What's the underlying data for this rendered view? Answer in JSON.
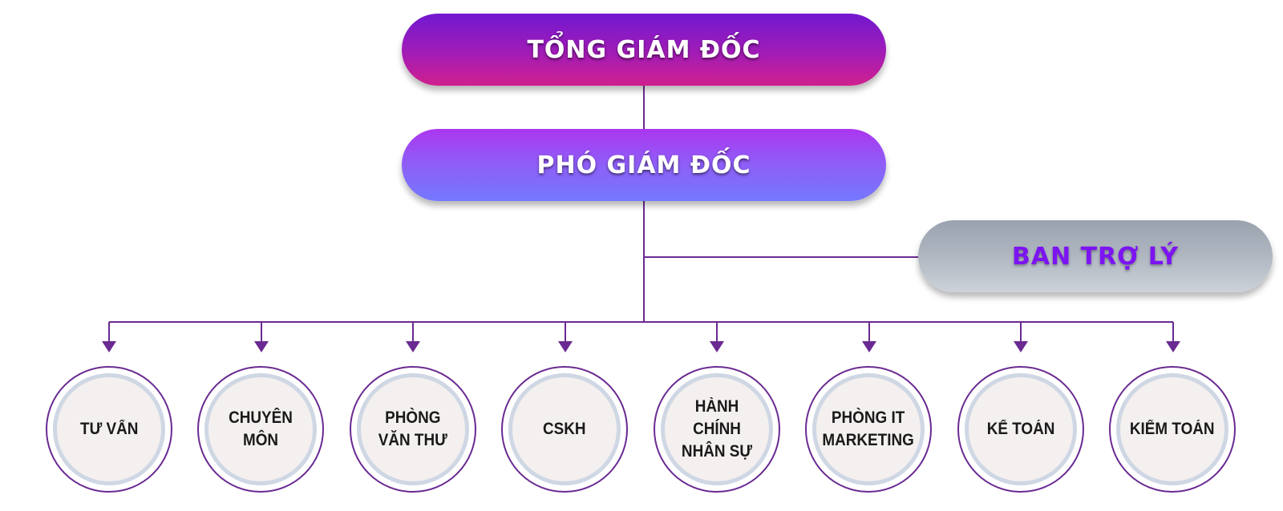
{
  "colors": {
    "connector": "#6a2a92",
    "ceo_gradient": [
      "#7218d0",
      "#d0208e"
    ],
    "deputy_gradient": [
      "#ab36f0",
      "#7478ff"
    ],
    "assistant_gradient": [
      "#99a2ae",
      "#cdd2d9"
    ],
    "assistant_text": "#7c14f2",
    "department_ring": "#cfd7e4",
    "department_fill": "#f4f0ef"
  },
  "nodes": {
    "ceo": "TỔNG GIÁM ĐỐC",
    "deputy": "PHÓ GIÁM ĐỐC",
    "assistant": "BAN TRỢ LÝ"
  },
  "departments": [
    "TƯ VẤN",
    "CHUYÊN MÔN",
    "PHÒNG\nVĂN THƯ",
    "CSKH",
    "HÀNH CHÍNH\nNHÂN SỰ",
    "PHÒNG IT\nMARKETING",
    "KẾ TOÁN",
    "KIỂM TOÁN"
  ],
  "edges": [
    [
      "ceo",
      "deputy"
    ],
    [
      "deputy",
      "assistant"
    ],
    [
      "deputy",
      "TƯ VẤN"
    ],
    [
      "deputy",
      "CHUYÊN MÔN"
    ],
    [
      "deputy",
      "PHÒNG VĂN THƯ"
    ],
    [
      "deputy",
      "CSKH"
    ],
    [
      "deputy",
      "HÀNH CHÍNH NHÂN SỰ"
    ],
    [
      "deputy",
      "PHÒNG IT MARKETING"
    ],
    [
      "deputy",
      "KẾ TOÁN"
    ],
    [
      "deputy",
      "KIỂM TOÁN"
    ]
  ]
}
